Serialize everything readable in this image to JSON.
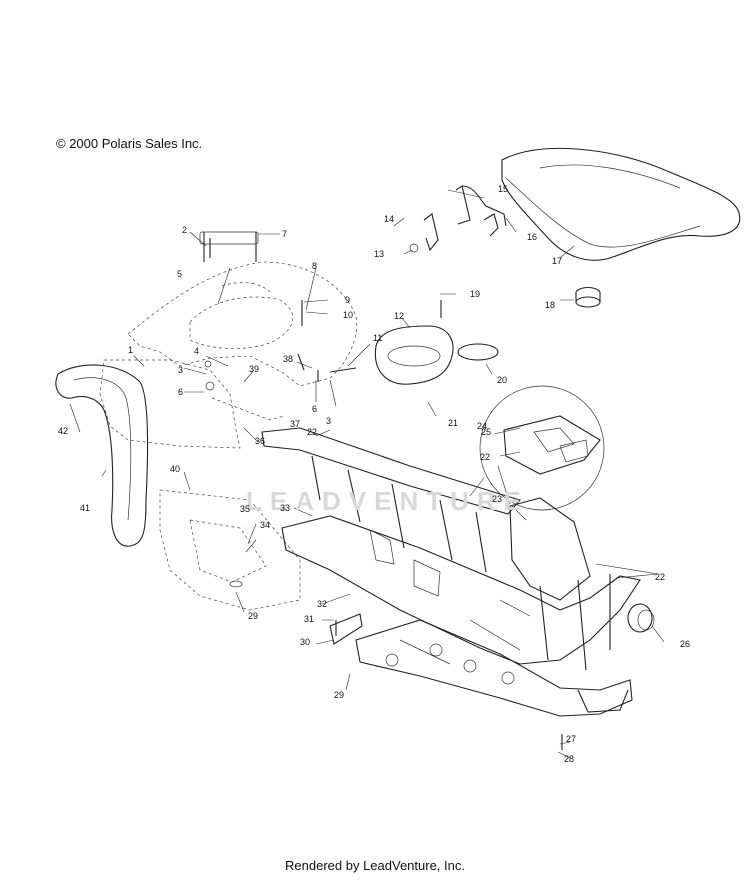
{
  "copyright": "© 2000 Polaris Sales Inc.",
  "footer": "Rendered by LeadVenture, Inc.",
  "watermark": "LEADVENTURE",
  "callouts": [
    "1",
    "2",
    "3",
    "3",
    "4",
    "5",
    "6",
    "6",
    "7",
    "8",
    "9",
    "10",
    "11",
    "12",
    "13",
    "14",
    "15",
    "16",
    "17",
    "18",
    "19",
    "20",
    "21",
    "22",
    "22",
    "22",
    "23",
    "24",
    "25",
    "26",
    "27",
    "28",
    "29",
    "29",
    "30",
    "31",
    "32",
    "33",
    "34",
    "35",
    "36",
    "37",
    "38",
    "39",
    "40",
    "41",
    "42"
  ]
}
